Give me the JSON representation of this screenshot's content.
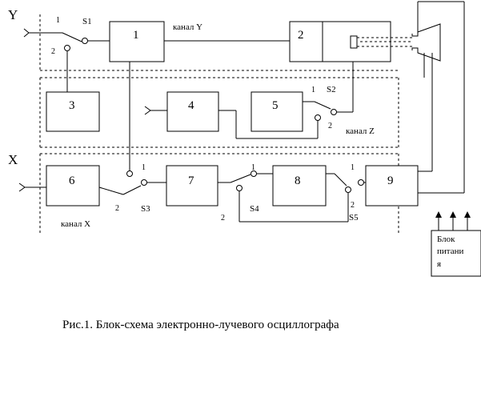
{
  "diagram": {
    "inputs": {
      "y": "Y",
      "x": "X"
    },
    "blocks": {
      "b1": "1",
      "b2": "2",
      "b3": "3",
      "b4": "4",
      "b5": "5",
      "b6": "6",
      "b7": "7",
      "b8": "8",
      "b9": "9"
    },
    "switches": {
      "s1": {
        "name": "S1",
        "pos1": "1",
        "pos2": "2"
      },
      "s2": {
        "name": "S2",
        "pos1": "1",
        "pos2": "2"
      },
      "s3": {
        "name": "S3",
        "pos1": "1",
        "pos2": "2"
      },
      "s4": {
        "name": "S4",
        "pos1": "1",
        "pos2": "2"
      },
      "s5": {
        "name": "S5",
        "pos1": "1",
        "pos2": "2"
      }
    },
    "channels": {
      "y": "канал Y",
      "z": "канал Z",
      "x": "канал X"
    },
    "power_supply": {
      "line1": "Блок",
      "line2": "питани",
      "line3": "я"
    },
    "caption": "Рис.1. Блок-схема электронно-лучевого осциллографа"
  }
}
